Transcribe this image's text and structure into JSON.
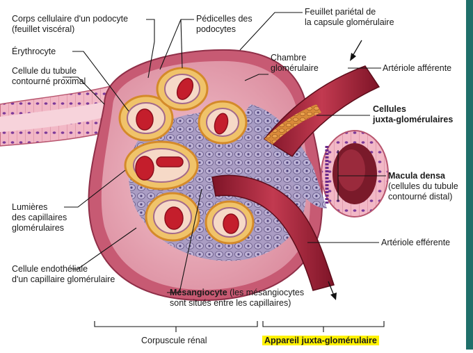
{
  "labels": {
    "podocyte_body_l1": "Corps cellulaire d'un podocyte",
    "podocyte_body_l2": "(feuillet viscéral)",
    "pedicels_l1": "Pédicelles des",
    "pedicels_l2": "podocytes",
    "parietal_l1": "Feuillet pariétal de",
    "parietal_l2": "la capsule glomérulaire",
    "erythrocyte": "Érythrocyte",
    "tubule_l1": "Cellule du tubule",
    "tubule_l2": "contourné proximal",
    "chamber_l1": "Chambre",
    "chamber_l2": "glomérulaire",
    "afferent": "Artériole afférente",
    "jg_cells_l1": "Cellules",
    "jg_cells_l2": "juxta-glomérulaires",
    "macula_l1": "Macula densa",
    "macula_l2": "(cellules du tubule",
    "macula_l3": "contourné distal)",
    "lumens_l1": "Lumières",
    "lumens_l2": "des capillaires",
    "lumens_l3": "glomérulaires",
    "efferent": "Artériole efférente",
    "endo_l1": "Cellule endothéliale",
    "endo_l2": "d'un capillaire glomérulaire",
    "mesangio_bold": "Mésangiocyte",
    "mesangio_l1_rest": " (les mésangiocytes",
    "mesangio_l2": "sont situés entre les capillaires)",
    "corpuscule": "Corpuscule rénal",
    "appareil": "Appareil juxta-glomérulaire"
  },
  "colors": {
    "capsule": "#c75a73",
    "chamber": "#e9a9b6",
    "podocyte": "#f0c36a",
    "capillary_wall": "#c87b9a",
    "blood": "#c41e2c",
    "mesangium": "#9a8fb8",
    "arteriole": "#a8243a",
    "accent_edge": "#1f6f6a",
    "highlight": "#fff200"
  }
}
